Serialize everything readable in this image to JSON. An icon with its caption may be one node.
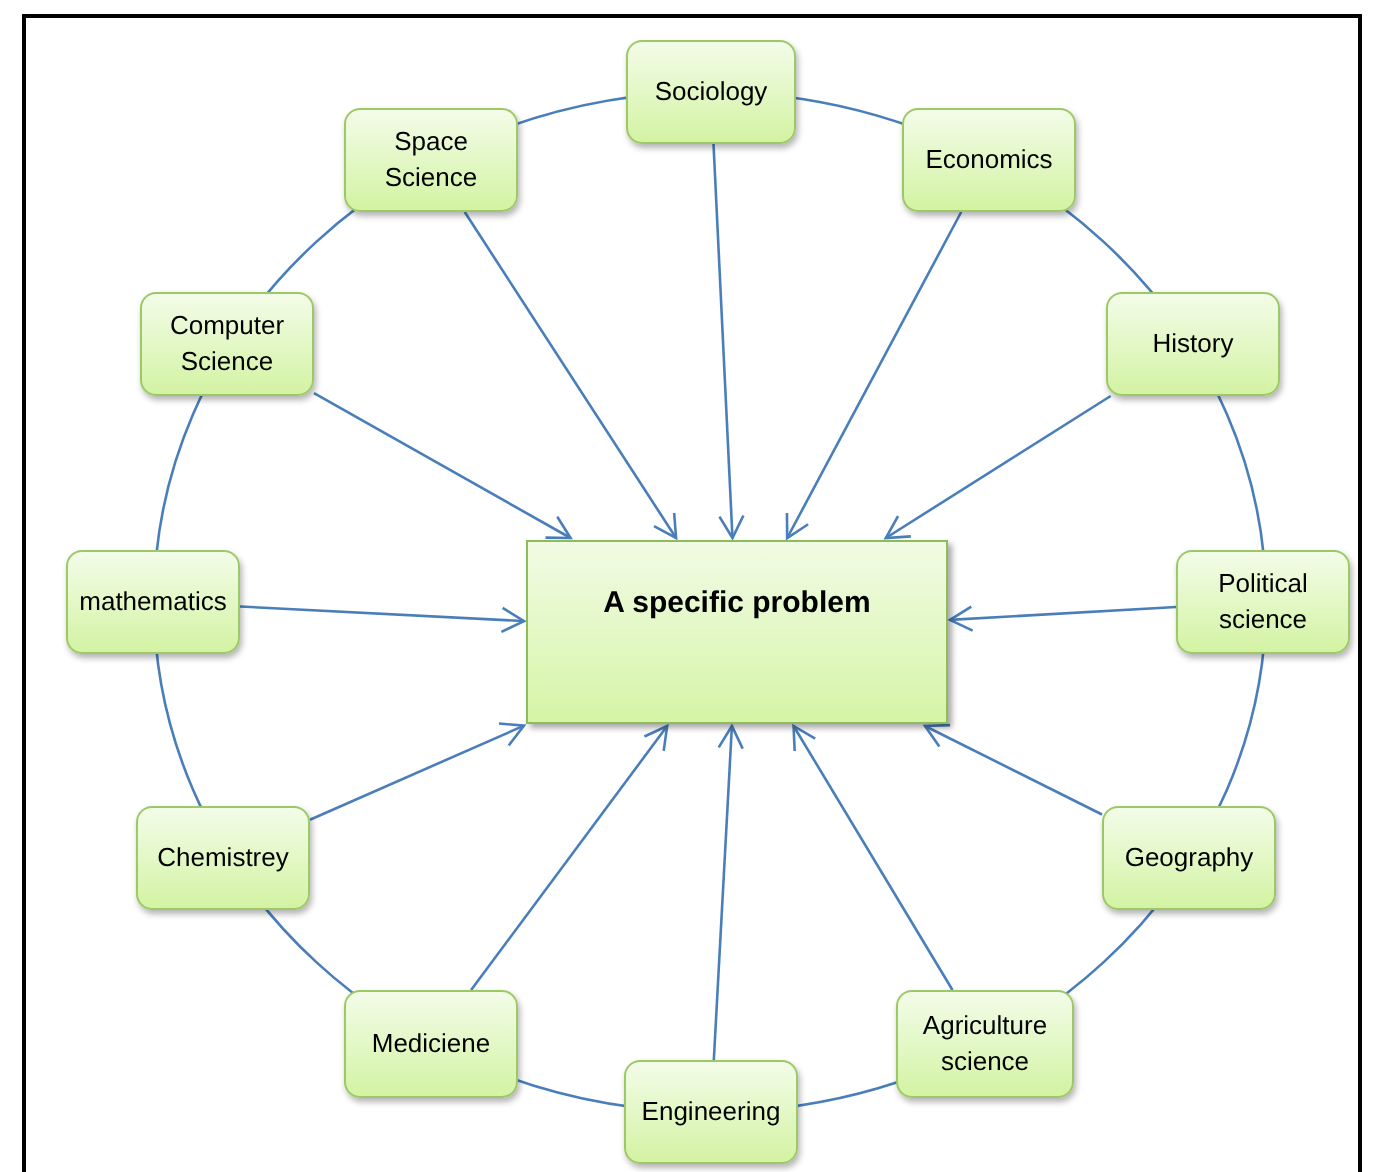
{
  "diagram": {
    "nodes": [
      {
        "text": [
          "A specific problem"
        ]
      },
      {
        "text": [
          "Sociology"
        ]
      },
      {
        "text": [
          "Economics"
        ]
      },
      {
        "text": [
          "History"
        ]
      },
      {
        "text": [
          "Political science"
        ]
      },
      {
        "text": [
          "Geography"
        ]
      },
      {
        "text": [
          "Agriculture science"
        ]
      },
      {
        "text": [
          "Engineering"
        ]
      },
      {
        "text": [
          "Mediciene"
        ]
      },
      {
        "text": [
          "Chemistrey"
        ]
      },
      {
        "text": [
          "mathematics"
        ]
      },
      {
        "text": [
          "Computer Science"
        ]
      },
      {
        "text": [
          "Space Science"
        ]
      }
    ],
    "edges": [
      {
        "from": 1,
        "to": 0,
        "arrow": "to"
      },
      {
        "from": 2,
        "to": 0,
        "arrow": "to"
      },
      {
        "from": 3,
        "to": 0,
        "arrow": "to"
      },
      {
        "from": 4,
        "to": 0,
        "arrow": "to"
      },
      {
        "from": 5,
        "to": 0,
        "arrow": "to"
      },
      {
        "from": 6,
        "to": 0,
        "arrow": "to"
      },
      {
        "from": 7,
        "to": 0,
        "arrow": "to"
      },
      {
        "from": 8,
        "to": 0,
        "arrow": "to"
      },
      {
        "from": 9,
        "to": 0,
        "arrow": "to"
      },
      {
        "from": 10,
        "to": 0,
        "arrow": "to"
      },
      {
        "from": 11,
        "to": 0,
        "arrow": "to"
      },
      {
        "from": 12,
        "to": 0,
        "arrow": "to"
      }
    ]
  }
}
